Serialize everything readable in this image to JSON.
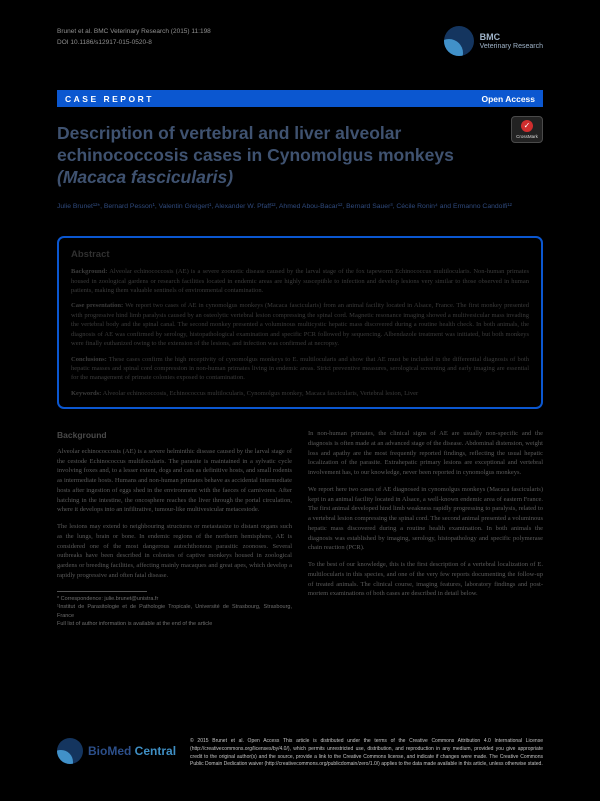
{
  "header": {
    "citation_line1": "Brunet et al. BMC Veterinary Research (2015) 11:198",
    "citation_line2": "DOI 10.1186/s12917-015-0520-8",
    "journal_name_line1": "BMC",
    "journal_name_line2": "Veterinary Research"
  },
  "banner": {
    "article_type": "CASE REPORT",
    "access": "Open Access"
  },
  "crossmark": {
    "icon_glyph": "✓",
    "label": "CrossMark"
  },
  "title": {
    "main": "Description of vertebral and liver alveolar echinococcosis cases in Cynomolgus monkeys ",
    "species": "(Macaca fascicularis)"
  },
  "authors": "Julie Brunet¹²*, Bernard Pesson¹, Valentin Greigert¹, Alexander W. Pfaff¹², Ahmed Abou-Bacar¹², Bernard Sauer³, Cécile Ronin⁴ and Ermanno Candolfi¹²",
  "abstract": {
    "heading": "Abstract",
    "sections": [
      {
        "label": "Background:",
        "text": "Alveolar echinococcosis (AE) is a severe zoonotic disease caused by the larval stage of the fox tapeworm Echinococcus multilocularis. Non-human primates housed in zoological gardens or research facilities located in endemic areas are highly susceptible to infection and develop lesions very similar to those observed in human patients, making them valuable sentinels of environmental contamination."
      },
      {
        "label": "Case presentation:",
        "text": "We report two cases of AE in cynomolgus monkeys (Macaca fascicularis) from an animal facility located in Alsace, France. The first monkey presented with progressive hind limb paralysis caused by an osteolytic vertebral lesion compressing the spinal cord. Magnetic resonance imaging showed a multivesicular mass invading the vertebral body and the spinal canal. The second monkey presented a voluminous multicystic hepatic mass discovered during a routine health check. In both animals, the diagnosis of AE was confirmed by serology, histopathological examination and specific PCR followed by sequencing. Albendazole treatment was initiated, but both monkeys were finally euthanized owing to the extension of the lesions, and infection was confirmed at necropsy."
      },
      {
        "label": "Conclusions:",
        "text": "These cases confirm the high receptivity of cynomolgus monkeys to E. multilocularis and show that AE must be included in the differential diagnosis of both hepatic masses and spinal cord compression in non-human primates living in endemic areas. Strict preventive measures, serological screening and early imaging are essential for the management of primate colonies exposed to contamination."
      }
    ],
    "keywords_label": "Keywords:",
    "keywords": "Alveolar echinococcosis, Echinococcus multilocularis, Cynomolgus monkey, Macaca fascicularis, Vertebral lesion, Liver"
  },
  "body": {
    "section_heading": "Background",
    "left_paragraphs": [
      "Alveolar echinococcosis (AE) is a severe helminthic disease caused by the larval stage of the cestode Echinococcus multilocularis. The parasite is maintained in a sylvatic cycle involving foxes and, to a lesser extent, dogs and cats as definitive hosts, and small rodents as intermediate hosts. Humans and non-human primates behave as accidental intermediate hosts after ingestion of eggs shed in the environment with the faeces of carnivores. After hatching in the intestine, the oncosphere reaches the liver through the portal circulation, where it develops into an infiltrative, tumour-like multivesicular metacestode.",
      "The lesions may extend to neighbouring structures or metastasize to distant organs such as the lungs, brain or bone. In endemic regions of the northern hemisphere, AE is considered one of the most dangerous autochthonous parasitic zoonoses. Several outbreaks have been described in colonies of captive monkeys housed in zoological gardens or breeding facilities, affecting mainly macaques and great apes, which develop a rapidly progressive and often fatal disease."
    ],
    "right_paragraphs": [
      "In non-human primates, the clinical signs of AE are usually non-specific and the diagnosis is often made at an advanced stage of the disease. Abdominal distension, weight loss and apathy are the most frequently reported findings, reflecting the usual hepatic localization of the parasite. Extrahepatic primary lesions are exceptional and vertebral involvement has, to our knowledge, never been reported in cynomolgus monkeys.",
      "We report here two cases of AE diagnosed in cynomolgus monkeys (Macaca fascicularis) kept in an animal facility located in Alsace, a well-known endemic area of eastern France. The first animal developed hind limb weakness rapidly progressing to paralysis, related to a vertebral lesion compressing the spinal cord. The second animal presented a voluminous hepatic mass discovered during a routine health examination. In both animals the diagnosis was established by imaging, serology, histopathology and specific polymerase chain reaction (PCR).",
      "To the best of our knowledge, this is the first description of a vertebral localization of E. multilocularis in this species, and one of the very few reports documenting the follow-up of treated animals. The clinical course, imaging features, laboratory findings and post-mortem examinations of both cases are described in detail below."
    ]
  },
  "footnote": {
    "correspondence": "* Correspondence: julie.brunet@unistra.fr",
    "affiliation": "¹Institut de Parasitologie et de Pathologie Tropicale, Université de Strasbourg, Strasbourg, France",
    "note": "Full list of author information is available at the end of the article"
  },
  "footer": {
    "logo_biomed": "BioMed",
    "logo_central": " Central",
    "license": "© 2015 Brunet et al. Open Access This article is distributed under the terms of the Creative Commons Attribution 4.0 International License (http://creativecommons.org/licenses/by/4.0/), which permits unrestricted use, distribution, and reproduction in any medium, provided you give appropriate credit to the original author(s) and the source, provide a link to the Creative Commons license, and indicate if changes were made. The Creative Commons Public Domain Dedication waiver (http://creativecommons.org/publicdomain/zero/1.0/) applies to the data made available in this article, unless otherwise stated."
  }
}
